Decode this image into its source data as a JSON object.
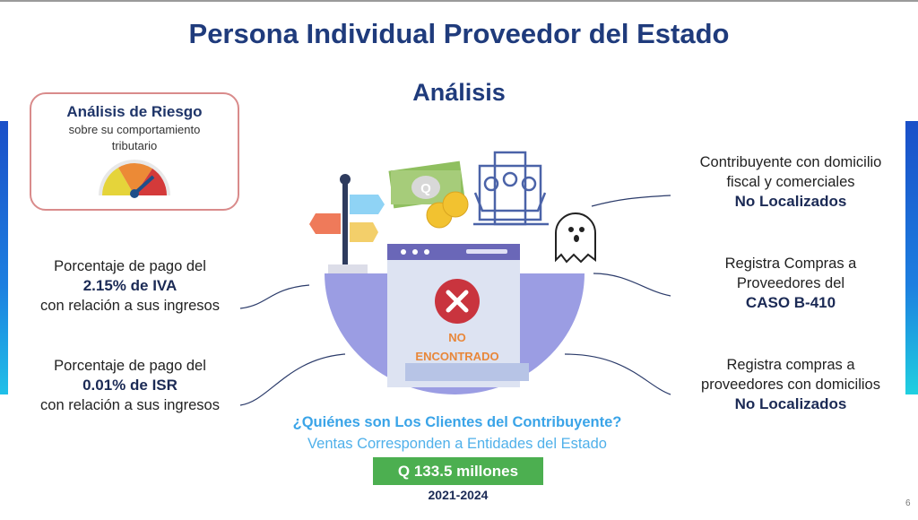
{
  "slide": {
    "title": "Persona Individual Proveedor del Estado",
    "subtitle": "Análisis",
    "page_number": "6"
  },
  "risk_box": {
    "heading": "Análisis de Riesgo",
    "line1": "sobre su comportamiento",
    "line2": "tributario",
    "icon": "gauge-icon"
  },
  "left_items": [
    {
      "line1": "Porcentaje de pago del",
      "bold": "2.15% de IVA",
      "line3": "con relación a sus ingresos"
    },
    {
      "line1": "Porcentaje de pago del",
      "bold": "0.01% de ISR",
      "line3": "con relación a sus ingresos"
    }
  ],
  "right_items": [
    {
      "line1": "Contribuyente con domicilio",
      "line2": "fiscal y comerciales",
      "bold": "No Localizados"
    },
    {
      "line1": "Registra Compras a",
      "line2": "Proveedores del",
      "bold": "CASO B-410"
    },
    {
      "line1": "Registra compras a",
      "line2": "proveedores con domicilios",
      "bold": "No Localizados"
    }
  ],
  "center": {
    "status_line1": "NO",
    "status_line2": "ENCONTRADO",
    "money_symbol": "Q"
  },
  "clients": {
    "question": "¿Quiénes son Los Clientes del Contribuyente?",
    "sales": "Ventas Corresponden a Entidades del Estado",
    "amount": "Q 133.5 millones",
    "period": "2021-2024"
  },
  "colors": {
    "title": "#1f3b7c",
    "accent_blue": "#3aa4e8",
    "amount_green": "#4caf50",
    "bowl": "#9b9de3",
    "status": "#e8873a"
  }
}
